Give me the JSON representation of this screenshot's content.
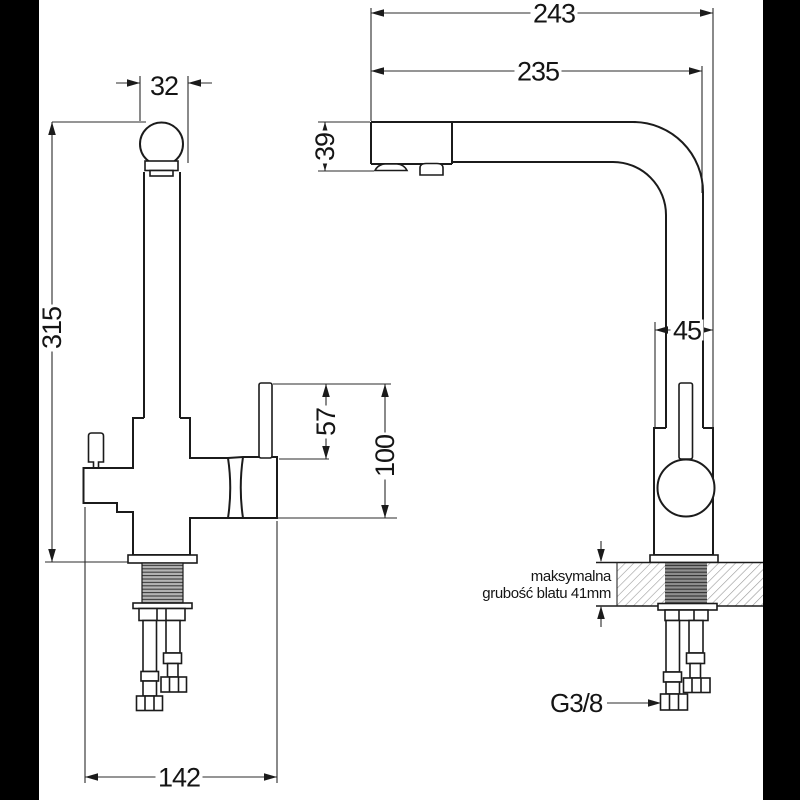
{
  "drawing": {
    "title": "faucet-dimension-drawing",
    "dimensions": {
      "spout_head_width": "32",
      "total_height": "315",
      "handle_top_to_outlet_top": "57",
      "handle_top_to_outlet_bottom": "100",
      "body_total_width": "142",
      "depth_total": "243",
      "depth_to_spout_outer": "235",
      "spout_head_height": "39",
      "column_body_width": "45"
    },
    "annotations": {
      "counter_note_line1": "maksymalna",
      "counter_note_line2": "grubość blatu 41mm",
      "thread_size_label": "G3/8"
    },
    "colors": {
      "line": "#1b1b1b",
      "background": "#ffffff",
      "letterbox": "#000000",
      "hatch": "#9a9a9a",
      "thread_fill": "#b5b5b5",
      "thread_fill_dark": "#8f8f8f"
    }
  }
}
